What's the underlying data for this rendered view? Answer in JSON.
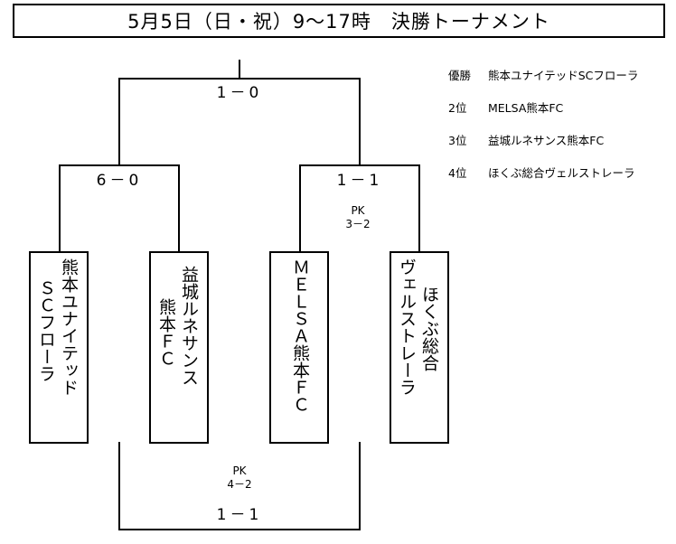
{
  "title": "5月5日（日・祝）9～17時　決勝トーナメント",
  "final": {
    "score": "1－0"
  },
  "semifinal_left": {
    "score": "6－0"
  },
  "semifinal_right": {
    "score": "1－1",
    "pk_label": "PK",
    "pk_score": "3－2"
  },
  "third_place": {
    "score": "1－1",
    "pk_label": "PK",
    "pk_score": "4－2"
  },
  "teams": [
    {
      "col1": "熊本ユナイテッド",
      "col2": "ＳＣフローラ"
    },
    {
      "col1": "益城ルネサンス",
      "col2": "熊本ＦＣ"
    },
    {
      "col1": "ＭＥＬＳＡ熊本ＦＣ"
    },
    {
      "col1": "ヴェルストレーラ",
      "col2": "ほくぶ総合"
    }
  ],
  "results": [
    {
      "rank": "優勝",
      "team": "熊本ユナイテッドSCフローラ"
    },
    {
      "rank": "2位",
      "team": "MELSA熊本FC"
    },
    {
      "rank": "3位",
      "team": "益城ルネサンス熊本FC"
    },
    {
      "rank": "4位",
      "team": "ほくぶ総合ヴェルストレーラ"
    }
  ]
}
